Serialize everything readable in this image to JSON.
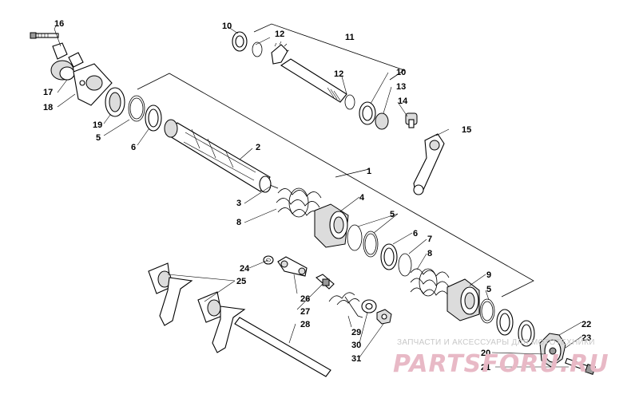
{
  "callouts": [
    {
      "id": "c16",
      "label": "16"
    },
    {
      "id": "c17",
      "label": "17"
    },
    {
      "id": "c18",
      "label": "18"
    },
    {
      "id": "c19",
      "label": "19"
    },
    {
      "id": "c5a",
      "label": "5"
    },
    {
      "id": "c6a",
      "label": "6"
    },
    {
      "id": "c10a",
      "label": "10"
    },
    {
      "id": "c12a",
      "label": "12"
    },
    {
      "id": "c11",
      "label": "11"
    },
    {
      "id": "c12b",
      "label": "12"
    },
    {
      "id": "c10b",
      "label": "10"
    },
    {
      "id": "c13",
      "label": "13"
    },
    {
      "id": "c14",
      "label": "14"
    },
    {
      "id": "c15",
      "label": "15"
    },
    {
      "id": "c2",
      "label": "2"
    },
    {
      "id": "c1",
      "label": "1"
    },
    {
      "id": "c3",
      "label": "3"
    },
    {
      "id": "c8a",
      "label": "8"
    },
    {
      "id": "c4",
      "label": "4"
    },
    {
      "id": "c5b",
      "label": "5"
    },
    {
      "id": "c6b",
      "label": "6"
    },
    {
      "id": "c7",
      "label": "7"
    },
    {
      "id": "c8b",
      "label": "8"
    },
    {
      "id": "c9",
      "label": "9"
    },
    {
      "id": "c5c",
      "label": "5"
    },
    {
      "id": "c24",
      "label": "24"
    },
    {
      "id": "c25",
      "label": "25"
    },
    {
      "id": "c26",
      "label": "26"
    },
    {
      "id": "c27",
      "label": "27"
    },
    {
      "id": "c28",
      "label": "28"
    },
    {
      "id": "c29",
      "label": "29"
    },
    {
      "id": "c30",
      "label": "30"
    },
    {
      "id": "c31",
      "label": "31"
    },
    {
      "id": "c22",
      "label": "22"
    },
    {
      "id": "c23",
      "label": "23"
    },
    {
      "id": "c20",
      "label": "20"
    },
    {
      "id": "c21",
      "label": "21"
    }
  ],
  "watermark": {
    "tagline": "ЗАПЧАСТИ И АКСЕССУАРЫ ДЛЯ МОТОТЕХНИКИ",
    "logo": "PARTSFORU.RU"
  }
}
